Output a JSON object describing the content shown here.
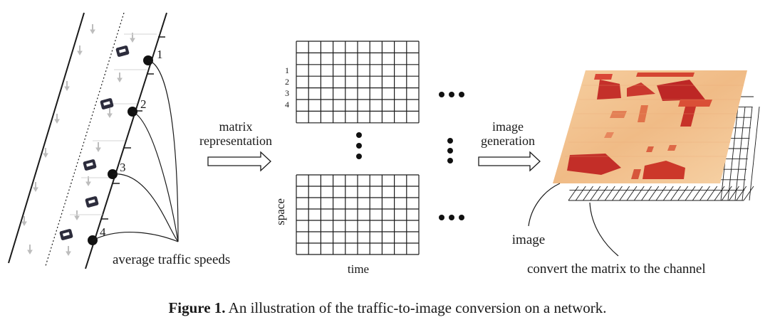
{
  "road": {
    "sensor_labels": [
      "1",
      "2",
      "3",
      "4"
    ],
    "speeds_label": "average traffic speeds"
  },
  "steps": {
    "matrix_label_line1": "matrix",
    "matrix_label_line2": "representation",
    "image_label_line1": "image",
    "image_label_line2": "generation"
  },
  "matrix": {
    "row_labels": [
      "1",
      "2",
      "3",
      "4"
    ],
    "space_label": "space",
    "time_label": "time"
  },
  "output": {
    "image_label": "image",
    "channel_label": "convert the matrix to the channel"
  },
  "caption": {
    "bold": "Figure 1.",
    "text": " An illustration of the traffic-to-image conversion on a network."
  },
  "colors": {
    "heatmap_base": "#f4c594",
    "heatmap_hot": "#b8161a",
    "ink": "#1a1a1a"
  }
}
